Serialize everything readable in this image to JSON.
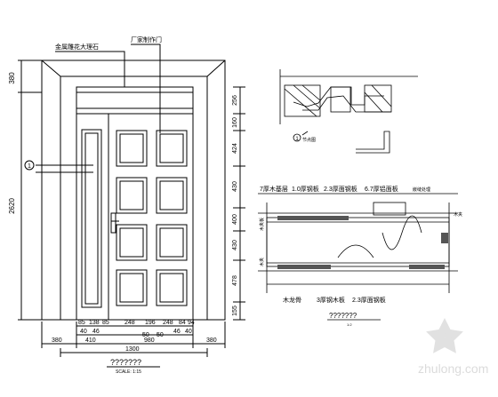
{
  "door_elevation": {
    "callouts": {
      "frame_note": "金属雕花大理石",
      "door_note": "厂家制作门"
    },
    "vertical_dims": {
      "top": "380",
      "total": "2620",
      "right": [
        "256",
        "160",
        "424",
        "430",
        "400",
        "430",
        "478",
        "155"
      ]
    },
    "horizontal_dims": {
      "row1": [
        "85",
        "138",
        "85",
        "248",
        "196",
        "248",
        "84",
        "94"
      ],
      "row2": [
        "40",
        "46",
        "50",
        "50",
        "46",
        "40"
      ],
      "row3": [
        "380",
        "410",
        "980",
        "380"
      ],
      "overall": "1300"
    },
    "section_marker": "1",
    "title": "???????",
    "scale": "SCALE: 1:15"
  },
  "top_detail": {
    "marker": "1",
    "label": "节点图"
  },
  "section_detail": {
    "labels_top": [
      "7厚木基层",
      "1.0厚钢板",
      "2.3厚面钢板",
      "6.7厚铝面板",
      "嵌缝处理"
    ],
    "labels_bottom": [
      "木龙骨",
      "3厚钢木板",
      "2.3厚面钢板"
    ],
    "labels_side": [
      "木夹板",
      "木夹"
    ],
    "right_note": "木夹",
    "title": "???????",
    "scale": "1:2"
  },
  "watermark": {
    "text": "zhulong.com"
  }
}
